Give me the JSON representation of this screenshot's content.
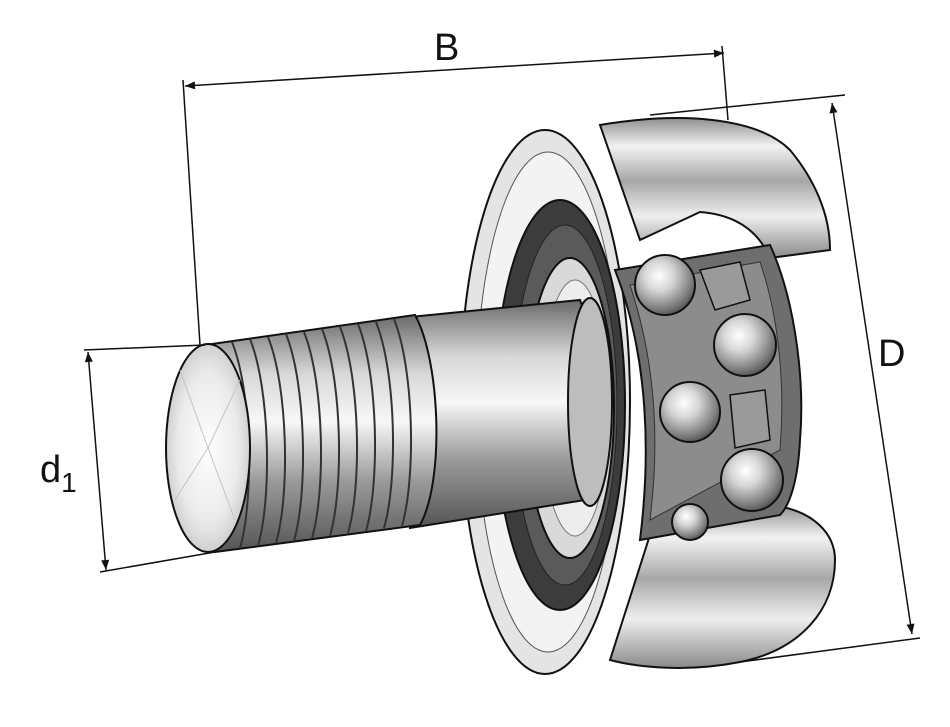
{
  "dimensions": {
    "width_label": "B",
    "outer_diameter_label": "D",
    "stud_diameter_label": "d",
    "stud_diameter_subscript": "1"
  },
  "colors": {
    "line": "#111111",
    "steel_light": "#e9e9e9",
    "steel_mid": "#b9b9b9",
    "steel_dark": "#5a5a5a",
    "seal_dark": "#3c3c3c",
    "ball": "#cfcfcf"
  }
}
